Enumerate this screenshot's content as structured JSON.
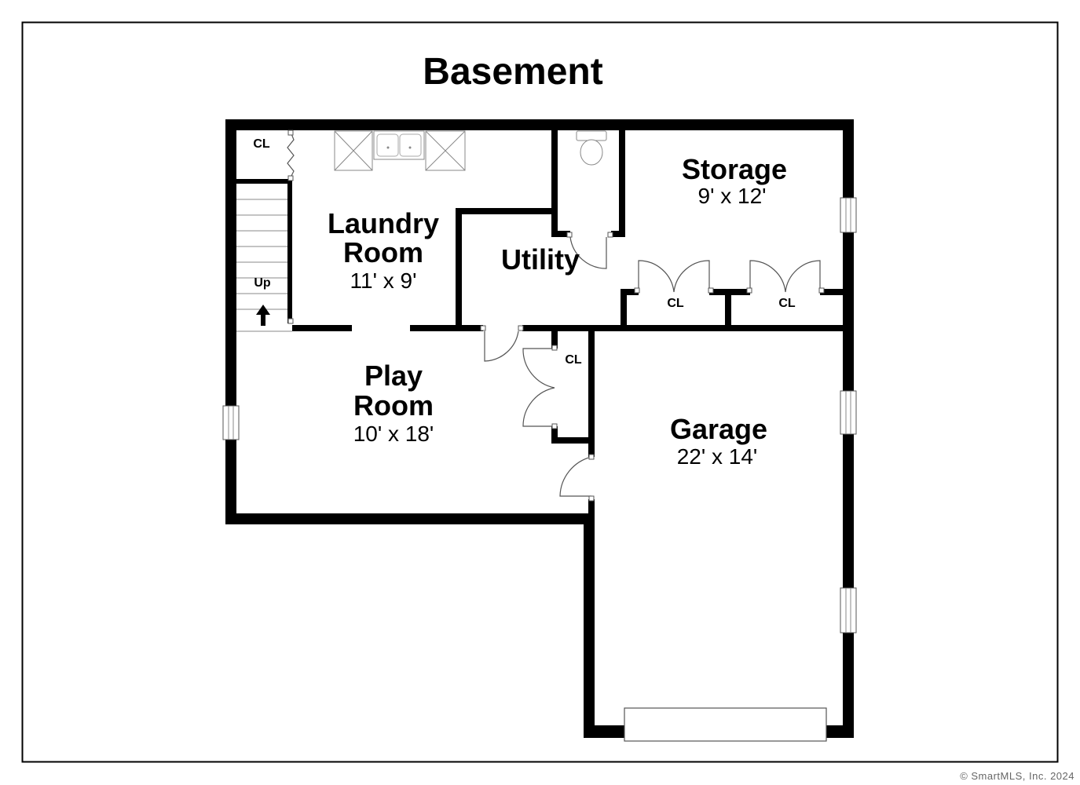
{
  "title": "Basement",
  "rooms": {
    "laundry": {
      "name_line1": "Laundry",
      "name_line2": "Room",
      "dims": "11' x 9'"
    },
    "utility": {
      "name": "Utility"
    },
    "storage": {
      "name": "Storage",
      "dims": "9' x 12'"
    },
    "play": {
      "name_line1": "Play",
      "name_line2": "Room",
      "dims": "10' x 18'"
    },
    "garage": {
      "name": "Garage",
      "dims": "22' x 14'"
    }
  },
  "closets": {
    "top_left": "CL",
    "storage_left": "CL",
    "storage_right": "CL",
    "hall": "CL"
  },
  "stairs": {
    "label": "Up"
  },
  "copyright": "© SmartMLS, Inc.  2024"
}
